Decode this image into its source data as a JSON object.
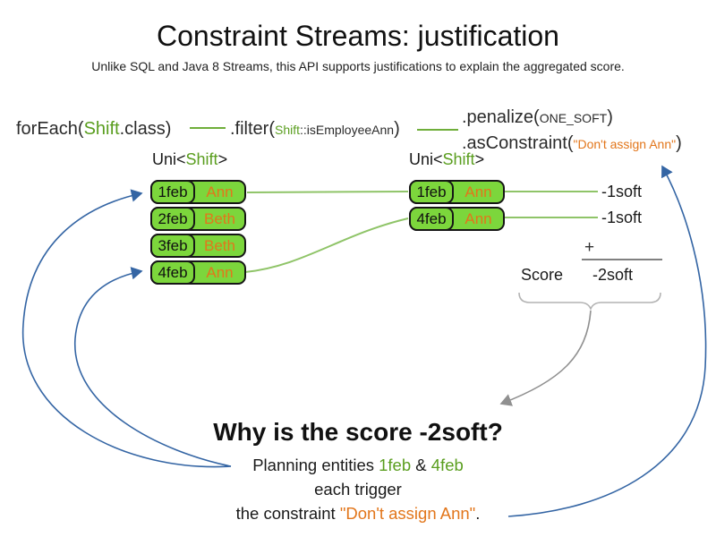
{
  "header": {
    "title": "Constraint Streams: justification",
    "subtitle": "Unlike SQL and Java 8 Streams, this API supports justifications to explain the aggregated score."
  },
  "code": {
    "foreach": {
      "fn": "forEach(",
      "type": "Shift",
      "rest": ".class)"
    },
    "filter": {
      "fn": ".filter(",
      "type": "Shift",
      "method": "::isEmployeeAnn",
      "close": ")"
    },
    "penalize": {
      "fn": ".penalize(",
      "arg": "ONE_SOFT",
      "close": ")"
    },
    "asconstraint": {
      "fn": ".asConstraint(",
      "arg": "\"Don't assign Ann\"",
      "close": ")"
    }
  },
  "left_stream": {
    "label_pre": "Uni<",
    "label_type": "Shift",
    "label_post": ">",
    "rows": [
      {
        "date": "1feb",
        "employee": "Ann"
      },
      {
        "date": "2feb",
        "employee": "Beth"
      },
      {
        "date": "3feb",
        "employee": "Beth"
      },
      {
        "date": "4feb",
        "employee": "Ann"
      }
    ]
  },
  "right_stream": {
    "label_pre": "Uni<",
    "label_type": "Shift",
    "label_post": ">",
    "rows": [
      {
        "date": "1feb",
        "employee": "Ann"
      },
      {
        "date": "4feb",
        "employee": "Ann"
      }
    ]
  },
  "scores": {
    "match_penalties": [
      "-1soft",
      "-1soft"
    ],
    "plus_sign": "+",
    "score_label": "Score",
    "total": "-2soft"
  },
  "explanation": {
    "heading": "Why is the score -2soft?",
    "line1_pre": "Planning entities ",
    "line1_entity1": "1feb",
    "line1_amp": " & ",
    "line1_entity2": "4feb",
    "line2": "each trigger",
    "line3_pre": "the constraint ",
    "line3_quote": "\"Don't assign Ann\"",
    "line3_post": "."
  },
  "colors": {
    "entity_green": "#7cd63c",
    "type_green": "#5a9e1f",
    "string_orange": "#e2761b",
    "arrow_blue": "#3465a4",
    "connector_green": "#8fc468",
    "code_dash_green": "#6fae3a",
    "sum_gray": "#808080",
    "arrow_gray": "#909090"
  }
}
